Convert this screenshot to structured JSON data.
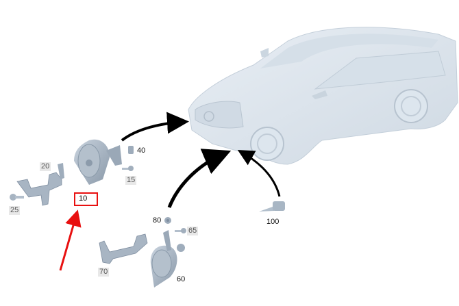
{
  "diagram": {
    "type": "exploded-parts-diagram",
    "subject": "Vehicle horn assembly (front bumper area) - estate car",
    "colors": {
      "part_fill": "#b8c4d0",
      "part_shade": "#8e9cab",
      "car_fill": "#dde6ee",
      "arrow_black": "#000000",
      "highlight_red": "#e81010",
      "label_bg": "#e8e8e8"
    },
    "labels": [
      {
        "id": "10",
        "text": "10",
        "style": "highlighted",
        "part": "horn (upper)"
      },
      {
        "id": "15",
        "text": "15",
        "style": "gray",
        "part": "bolt"
      },
      {
        "id": "20",
        "text": "20",
        "style": "gray",
        "part": "bracket"
      },
      {
        "id": "25",
        "text": "25",
        "style": "gray",
        "part": "bolt"
      },
      {
        "id": "40",
        "text": "40",
        "style": "plain",
        "part": "nut"
      },
      {
        "id": "60",
        "text": "60",
        "style": "plain",
        "part": "horn (lower)"
      },
      {
        "id": "65",
        "text": "65",
        "style": "gray",
        "part": "bolt"
      },
      {
        "id": "70",
        "text": "70",
        "style": "gray",
        "part": "bracket"
      },
      {
        "id": "80",
        "text": "80",
        "style": "plain",
        "part": "nut"
      },
      {
        "id": "100",
        "text": "100",
        "style": "plain",
        "part": "sensor"
      }
    ],
    "arrows": [
      {
        "from": "horn assembly 10",
        "to": "car front left"
      },
      {
        "from": "horn assembly 60",
        "to": "car front bumper"
      },
      {
        "from": "part 100",
        "to": "car front bumper"
      },
      {
        "from": "red pointer",
        "to": "label 10",
        "color": "red"
      }
    ]
  }
}
